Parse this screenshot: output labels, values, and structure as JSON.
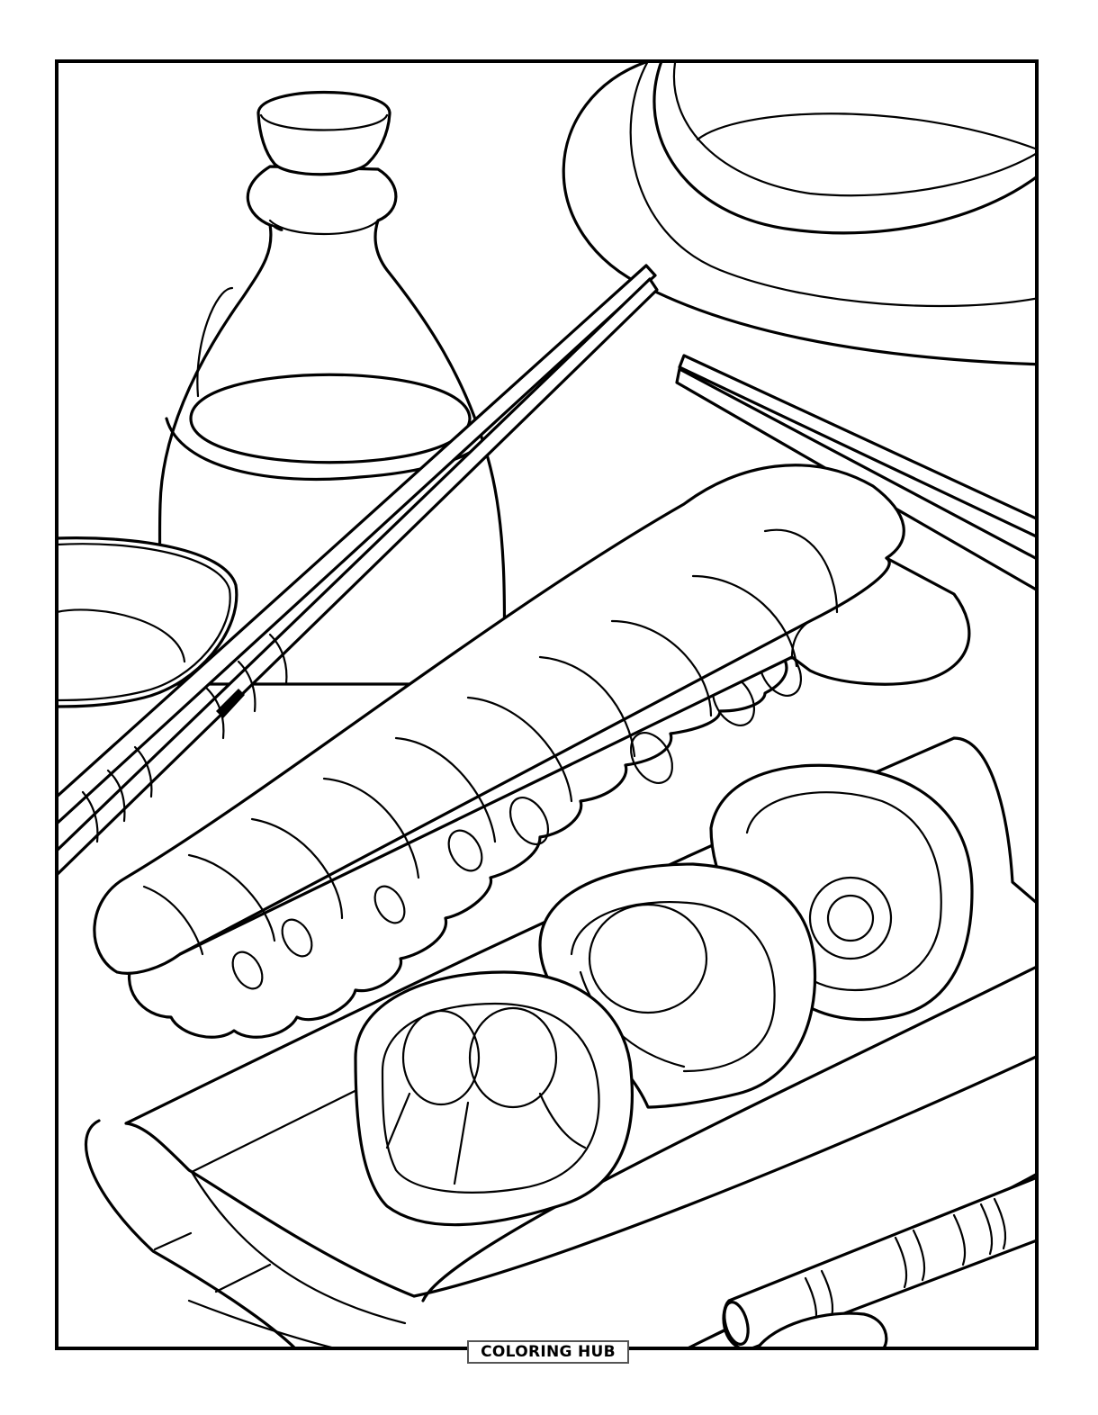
{
  "illustration": {
    "subject": "Sushi coloring page",
    "style": "black outline line art on white",
    "colors": {
      "line": "#000000",
      "background": "#ffffff",
      "watermark_border": "#555555"
    },
    "objects": [
      "soy-sauce-bottle-with-cork",
      "sauce-bowl-on-saucer",
      "small-sauce-dish",
      "chopsticks-pair-diagonal",
      "chopsticks-pair-right",
      "nigiri-sushi-shrimp",
      "maki-roll-slices-3",
      "serving-plate",
      "chopstick-on-rest"
    ]
  },
  "watermark": {
    "text": "COLORING HUB"
  }
}
